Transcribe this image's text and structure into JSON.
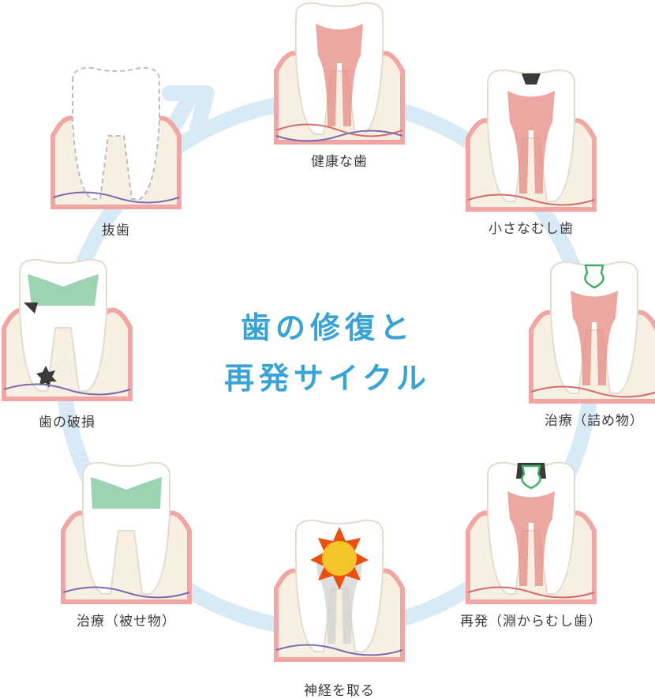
{
  "title": {
    "line1": "歯の修復と",
    "line2": "再発サイクル"
  },
  "colors": {
    "ring": "#d9eaf7",
    "gum": "#f2a6a4",
    "bone": "#f6efe2",
    "pulp": "#e58a80",
    "enamel": "#ffffff",
    "filling": "#9cd3b0",
    "decay": "#3a3a3a",
    "title": "#3aa3d6"
  },
  "stages": [
    {
      "id": "healthy",
      "label": "健康な歯",
      "icon": "healthy-tooth-icon"
    },
    {
      "id": "small-cavity",
      "label": "小さなむし歯",
      "icon": "small-cavity-tooth-icon"
    },
    {
      "id": "filling",
      "label": "治療（詰め物）",
      "icon": "filled-tooth-icon"
    },
    {
      "id": "recurrence",
      "label": "再発（淵からむし歯）",
      "icon": "recurrent-cavity-tooth-icon"
    },
    {
      "id": "nerve-removal",
      "label": "神経を取る",
      "icon": "pulpitis-tooth-icon"
    },
    {
      "id": "crown",
      "label": "治療（被せ物）",
      "icon": "crowned-tooth-icon"
    },
    {
      "id": "fracture",
      "label": "歯の破損",
      "icon": "broken-tooth-icon"
    },
    {
      "id": "extraction",
      "label": "抜歯",
      "icon": "extracted-tooth-icon"
    }
  ]
}
